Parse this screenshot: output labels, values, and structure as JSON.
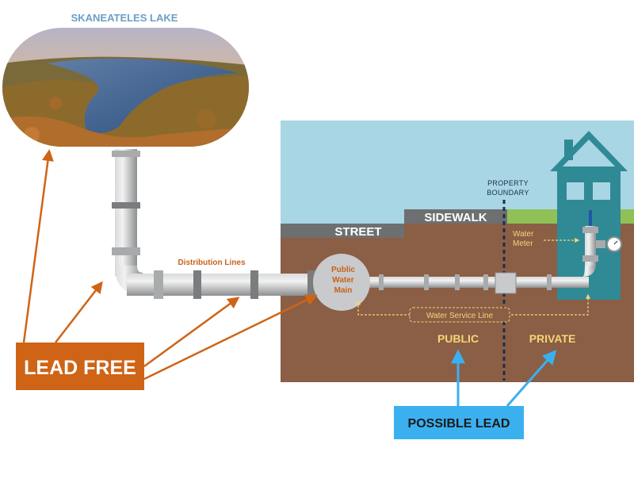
{
  "lake": {
    "title": "SKANEATELES LAKE"
  },
  "ground": {
    "street": "STREET",
    "sidewalk": "SIDEWALK"
  },
  "pipes": {
    "distribution_label": "Distribution Lines"
  },
  "main": {
    "line1": "Public",
    "line2": "Water",
    "line3": "Main"
  },
  "property": {
    "line1": "PROPERTY",
    "line2": "BOUNDARY"
  },
  "meter": {
    "line1": "Water",
    "line2": "Meter"
  },
  "service_line": {
    "label": "Water Service Line"
  },
  "zones": {
    "public": "PUBLIC",
    "private": "PRIVATE"
  },
  "callouts": {
    "lead_free": "LEAD FREE",
    "possible_lead": "POSSIBLE LEAD"
  },
  "colors": {
    "sky": "#a8d6e4",
    "soil": "#8b5e46",
    "house": "#2f8a95",
    "grass": "#8fc156",
    "lead_free_box": "#cf6416",
    "possible_lead_box": "#3bb0ef",
    "pipe": "#b9bbbd"
  }
}
